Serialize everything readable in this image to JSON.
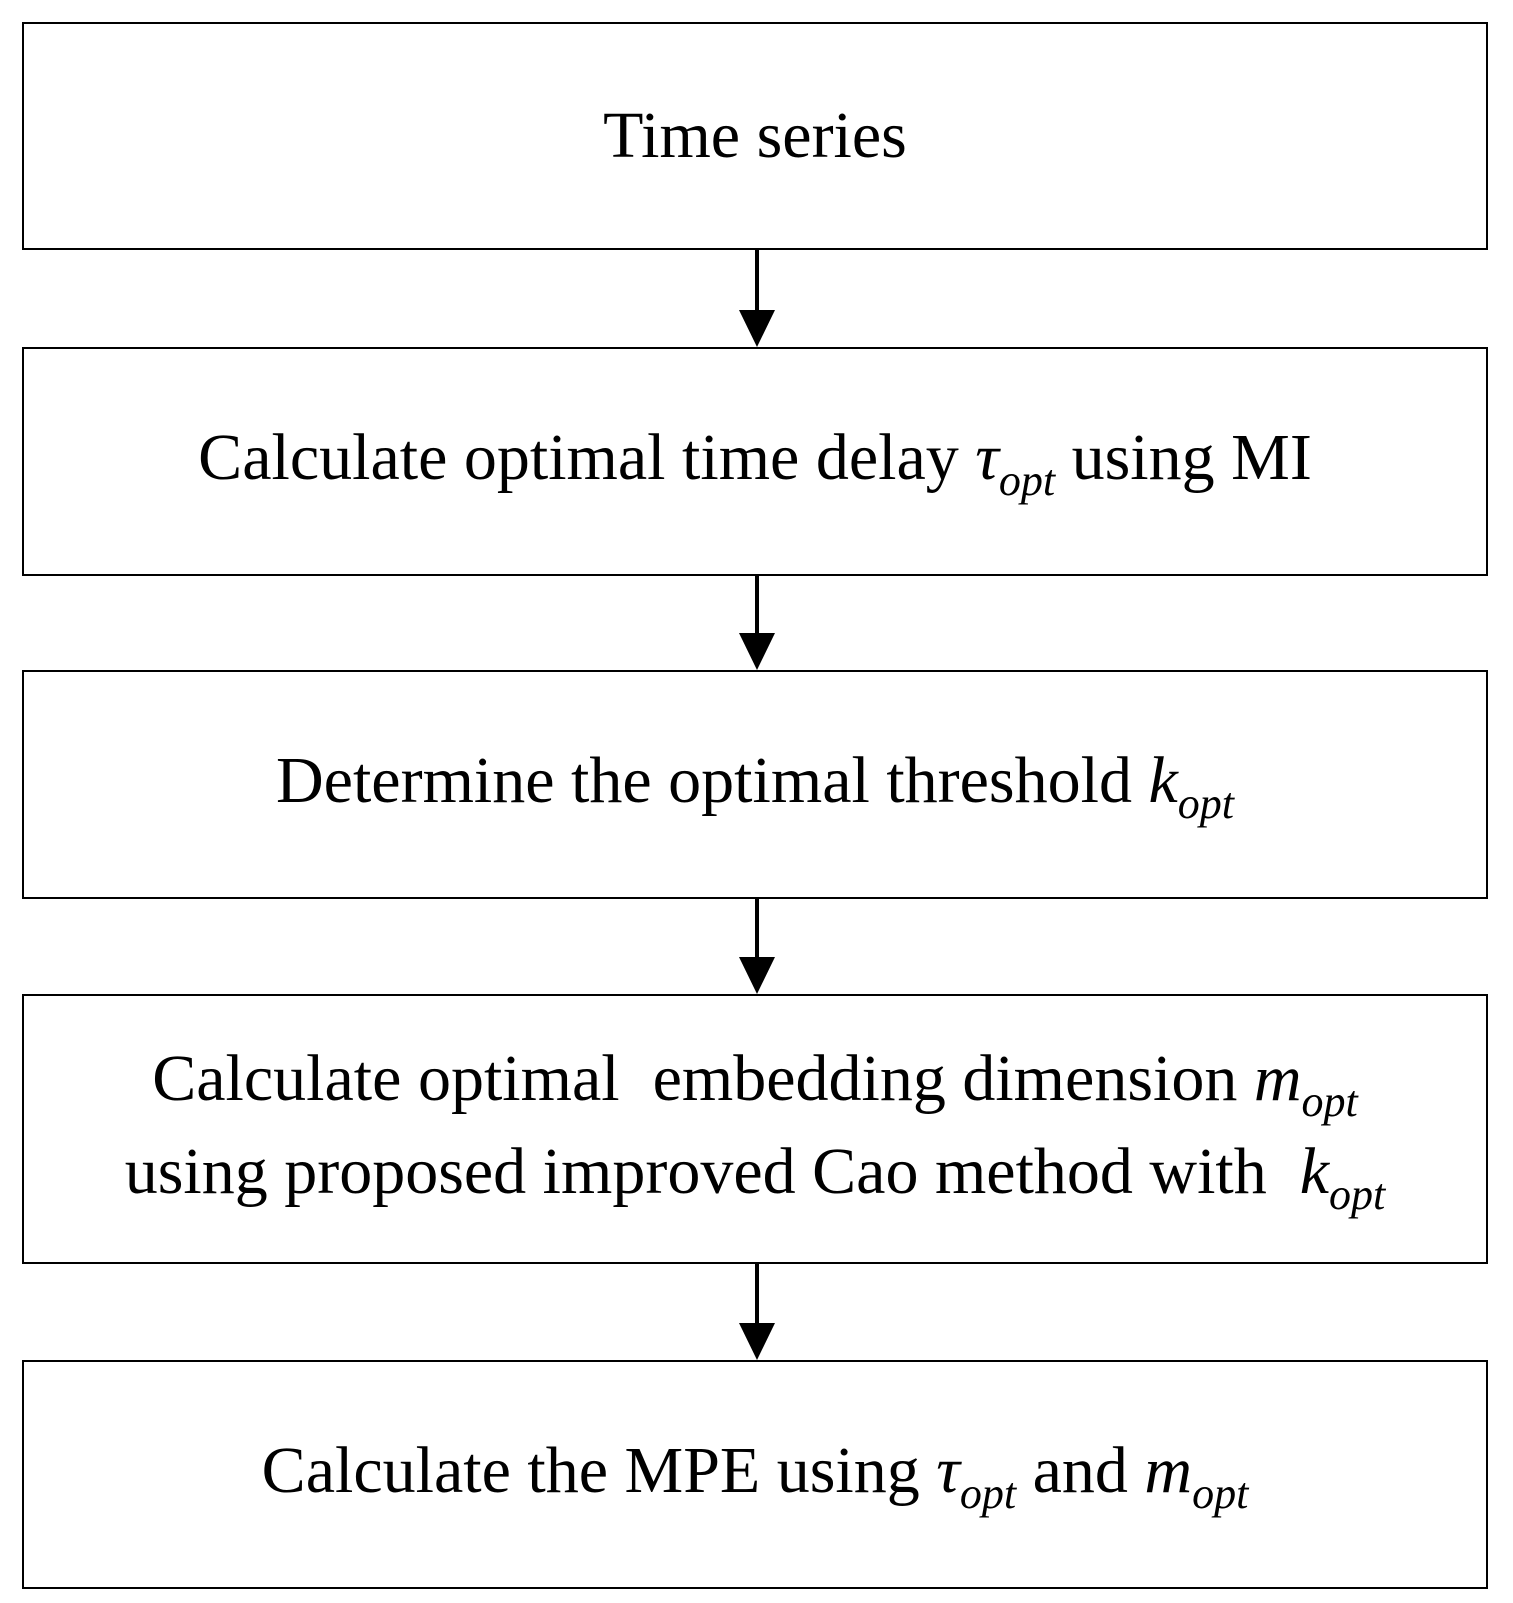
{
  "steps": [
    {
      "id": "time-series",
      "text": "Time series"
    },
    {
      "id": "calc-time-delay",
      "text_before": "Calculate optimal time delay ",
      "symbol": "τ",
      "subscript": "opt",
      "text_after": " using MI"
    },
    {
      "id": "determine-threshold",
      "text_before": "Determine the optimal threshold ",
      "symbol": "k",
      "subscript": "opt"
    },
    {
      "id": "calc-embedding-dimension",
      "line1_before": "Calculate optimal  embedding dimension ",
      "line1_symbol": "m",
      "line1_subscript": "opt",
      "line2_before": "using proposed improved Cao method with  ",
      "line2_symbol": "k",
      "line2_subscript": "opt"
    },
    {
      "id": "calc-mpe",
      "text_before": "Calculate the MPE using ",
      "symbol1": "τ",
      "subscript1": "opt",
      "text_middle": " and ",
      "symbol2": "m",
      "subscript2": "opt"
    }
  ]
}
